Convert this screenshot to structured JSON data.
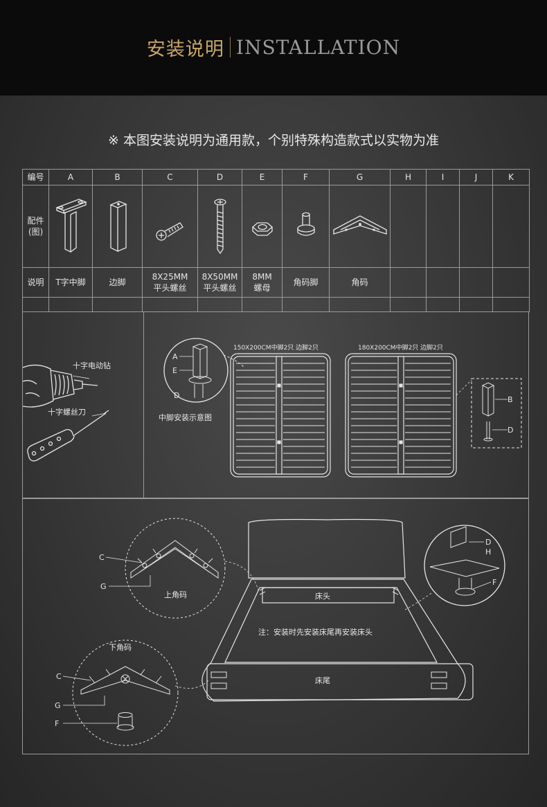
{
  "header": {
    "title_cn": "安装说明",
    "title_en": "INSTALLATION"
  },
  "note": "※ 本图安装说明为通用款，个别特殊构造款式以实物为准",
  "table": {
    "row_labels": {
      "code": "编号",
      "part_line1": "配件",
      "part_line2": "(图)",
      "desc": "说明"
    },
    "columns": [
      {
        "code": "A",
        "desc1": "T字中脚",
        "desc2": ""
      },
      {
        "code": "B",
        "desc1": "边脚",
        "desc2": ""
      },
      {
        "code": "C",
        "desc1": "8X25MM",
        "desc2": "平头螺丝"
      },
      {
        "code": "D",
        "desc1": "8X50MM",
        "desc2": "平头螺丝"
      },
      {
        "code": "E",
        "desc1": "8MM",
        "desc2": "螺母"
      },
      {
        "code": "F",
        "desc1": "角码脚",
        "desc2": ""
      },
      {
        "code": "G",
        "desc1": "角码",
        "desc2": ""
      },
      {
        "code": "H",
        "desc1": "",
        "desc2": ""
      },
      {
        "code": "I",
        "desc1": "",
        "desc2": ""
      },
      {
        "code": "J",
        "desc1": "",
        "desc2": ""
      },
      {
        "code": "K",
        "desc1": "",
        "desc2": ""
      }
    ]
  },
  "tools": {
    "drill": "十字电动钻",
    "screwdriver": "十字螺丝刀"
  },
  "leg_diagram": {
    "label_a": "A",
    "label_e": "E",
    "label_d": "D",
    "caption": "中脚安装示意图",
    "frame1_caption": "150X200CM中脚2只 边脚2只",
    "frame2_caption": "180X200CM中脚2只 边脚2只",
    "side_label_b": "B",
    "side_label_d": "D"
  },
  "install": {
    "upper_corner": "上角码",
    "lower_corner": "下角码",
    "label_c": "C",
    "label_g": "G",
    "label_f": "F",
    "label_d": "D",
    "label_h": "H",
    "headboard": "床头",
    "footboard": "床尾",
    "note": "注：安装时先安装床尾再安装床头"
  },
  "colors": {
    "header_bg": "#0b0b0b",
    "title_gold": "#c9a66b",
    "line": "#e6e6e6"
  }
}
